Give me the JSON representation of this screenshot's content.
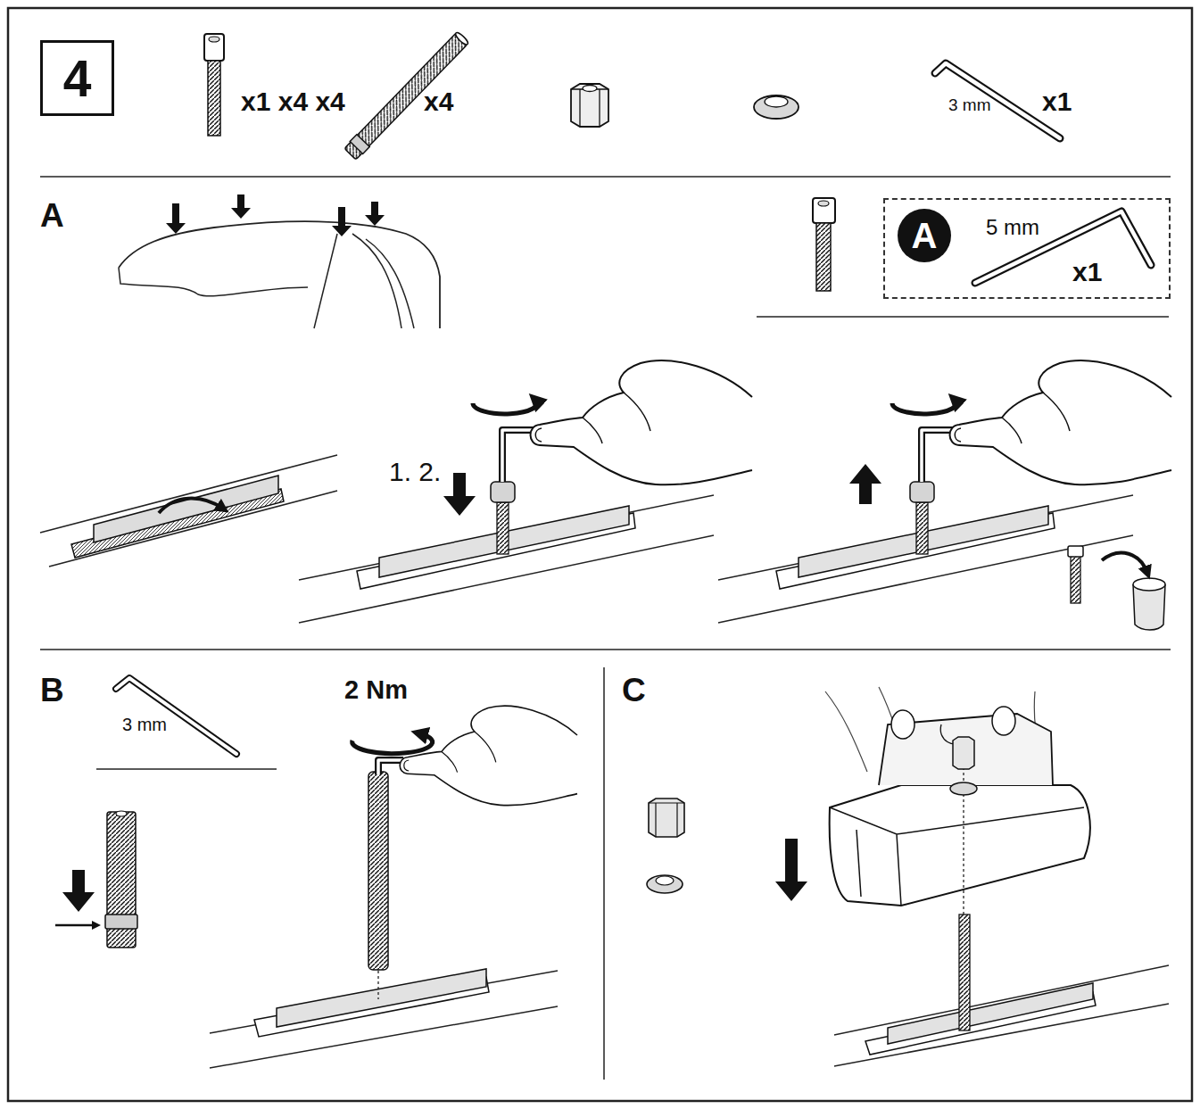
{
  "diagram": {
    "nodes": [
      {
        "text": [
          "4"
        ]
      },
      {
        "text": [
          "5 mm",
          "x1"
        ]
      },
      {
        "text": [
          "A"
        ],
        "in": 1
      }
    ],
    "labels": [
      "x1 x4 x4",
      "x4",
      "3 mm",
      "x1",
      "A",
      "1. 2.",
      "B",
      "3 mm",
      "2 Nm",
      "C"
    ]
  }
}
